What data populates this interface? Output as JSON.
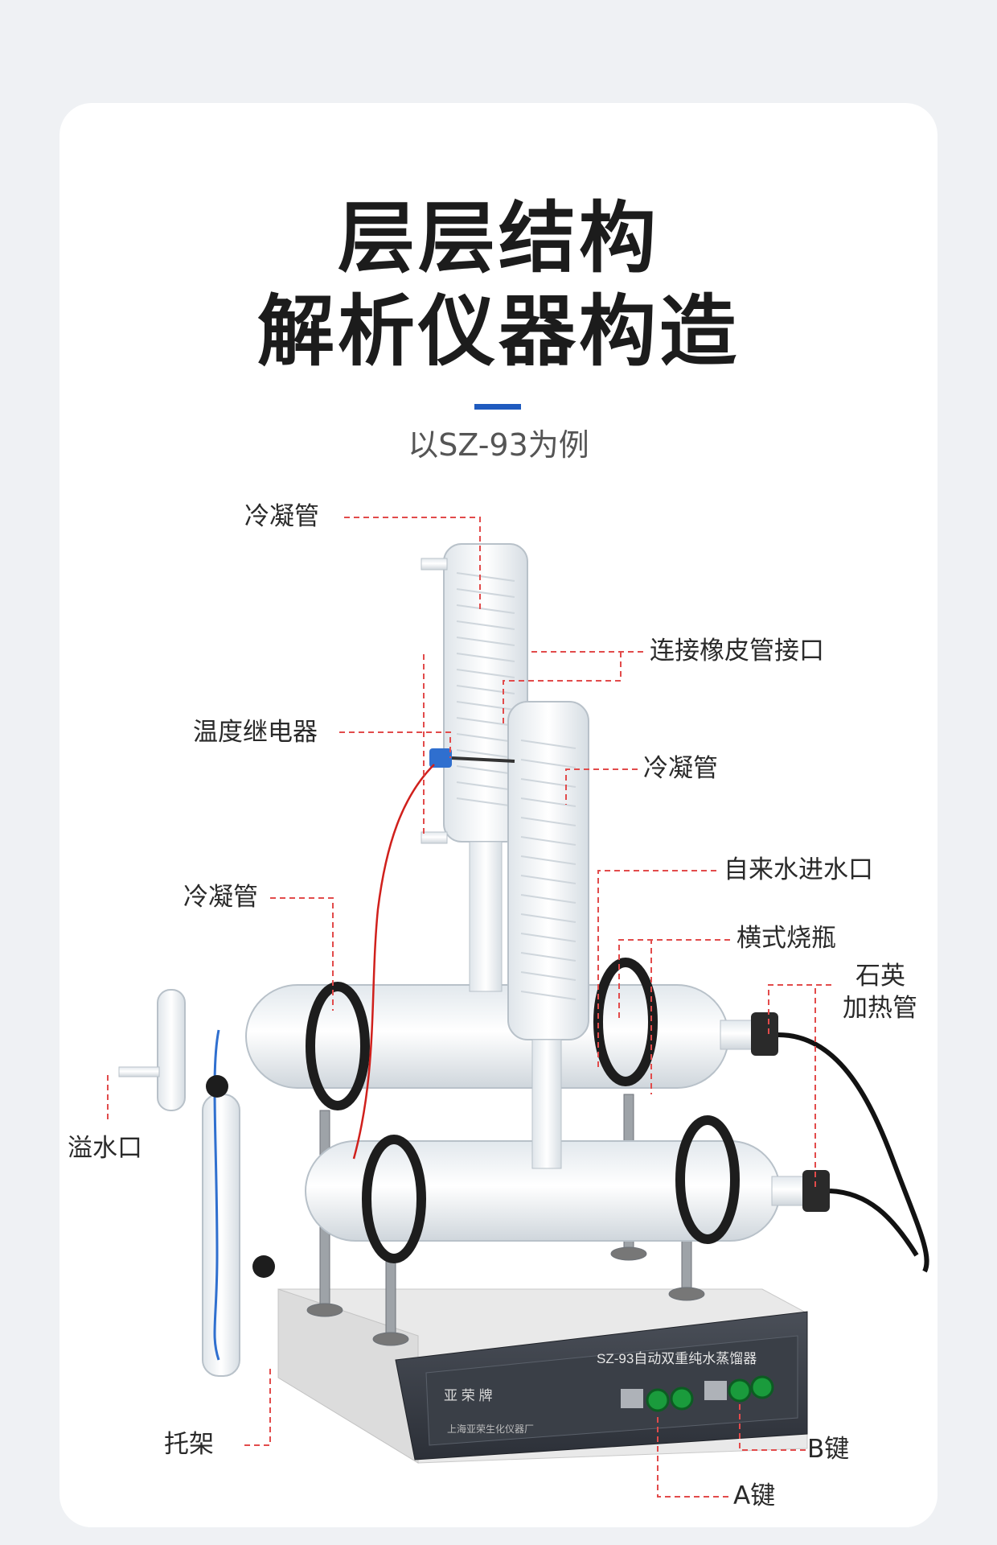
{
  "header": {
    "title_line1": "层层结构",
    "title_line2": "解析仪器构造",
    "subtitle": "以SZ-93为例"
  },
  "labels": {
    "condenser_top": "冷凝管",
    "rubber_tube_port": "连接橡皮管接口",
    "temperature_relay": "温度继电器",
    "condenser_right": "冷凝管",
    "tap_water_inlet": "自来水进水口",
    "horizontal_flask": "横式烧瓶",
    "condenser_left": "冷凝管",
    "quartz_heater_line1": "石英",
    "quartz_heater_line2": "加热管",
    "overflow_port": "溢水口",
    "bracket": "托架",
    "b_key": "B键",
    "a_key": "A键"
  },
  "device": {
    "panel_title": "SZ-93自动双重纯水蒸馏器",
    "logo_text": "亚 荣 牌",
    "manufacturer": "上海亚荣生化仪器厂",
    "switch_a_label": "A",
    "switch_b_label": "B"
  },
  "colors": {
    "accent": "#1f5bbf",
    "leader_line": "#e24b4b",
    "label_text": "#2a2a2a"
  }
}
